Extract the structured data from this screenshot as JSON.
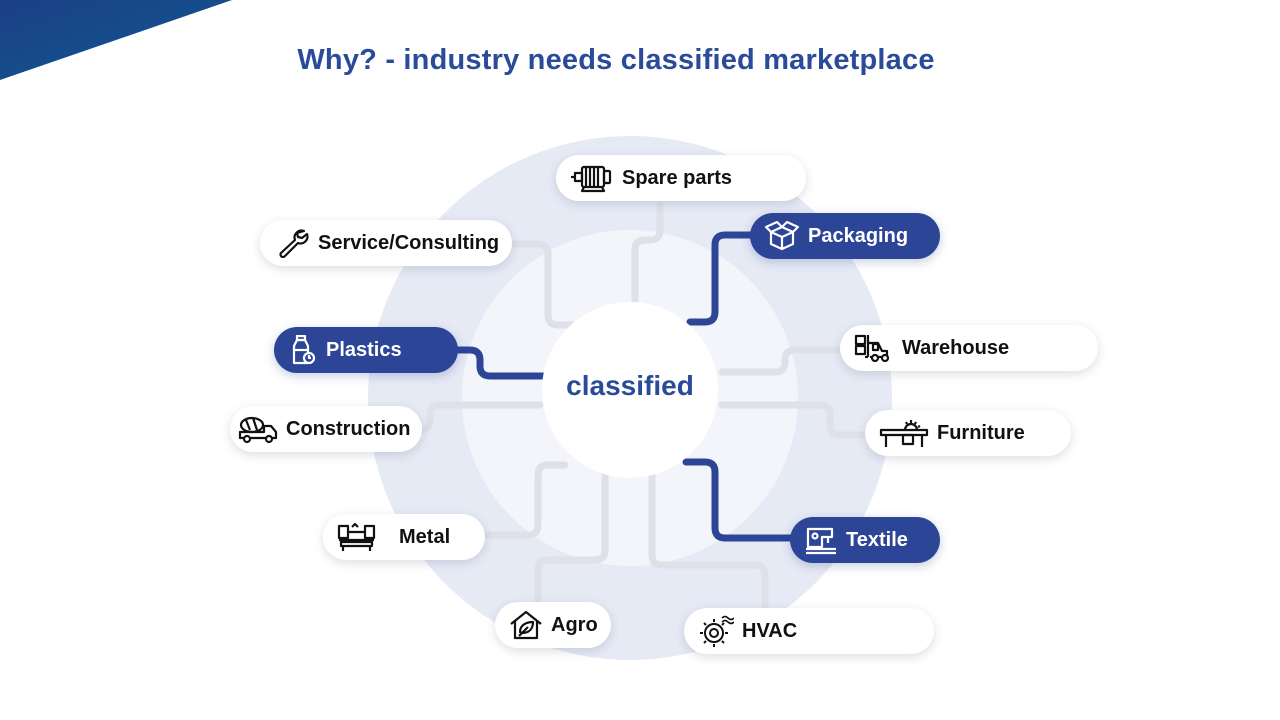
{
  "title": "Why? - industry needs classified marketplace",
  "center": {
    "label": "classified"
  },
  "colors": {
    "accent": "#2c4596",
    "title": "#2a4a9a",
    "ring": "#e6eaf5",
    "connector": "#dfe0e8"
  },
  "categories": [
    {
      "id": "spare-parts",
      "label": "Spare parts",
      "icon": "electric-motor-icon",
      "highlighted": false
    },
    {
      "id": "packaging",
      "label": "Packaging",
      "icon": "open-box-icon",
      "highlighted": true
    },
    {
      "id": "service-consulting",
      "label": "Service/Consulting",
      "icon": "wrench-icon",
      "highlighted": false
    },
    {
      "id": "warehouse",
      "label": "Warehouse",
      "icon": "forklift-icon",
      "highlighted": false
    },
    {
      "id": "plastics",
      "label": "Plastics",
      "icon": "plastic-bottle-icon",
      "highlighted": true
    },
    {
      "id": "furniture",
      "label": "Furniture",
      "icon": "table-saw-icon",
      "highlighted": false
    },
    {
      "id": "construction",
      "label": "Construction",
      "icon": "concrete-mixer-truck-icon",
      "highlighted": false
    },
    {
      "id": "textile",
      "label": "Textile",
      "icon": "sewing-machine-icon",
      "highlighted": true
    },
    {
      "id": "metal",
      "label": "Metal",
      "icon": "lathe-machine-icon",
      "highlighted": false
    },
    {
      "id": "agro",
      "label": "Agro",
      "icon": "leaf-house-icon",
      "highlighted": false
    },
    {
      "id": "hvac",
      "label": "HVAC",
      "icon": "hvac-gear-icon",
      "highlighted": false
    }
  ]
}
